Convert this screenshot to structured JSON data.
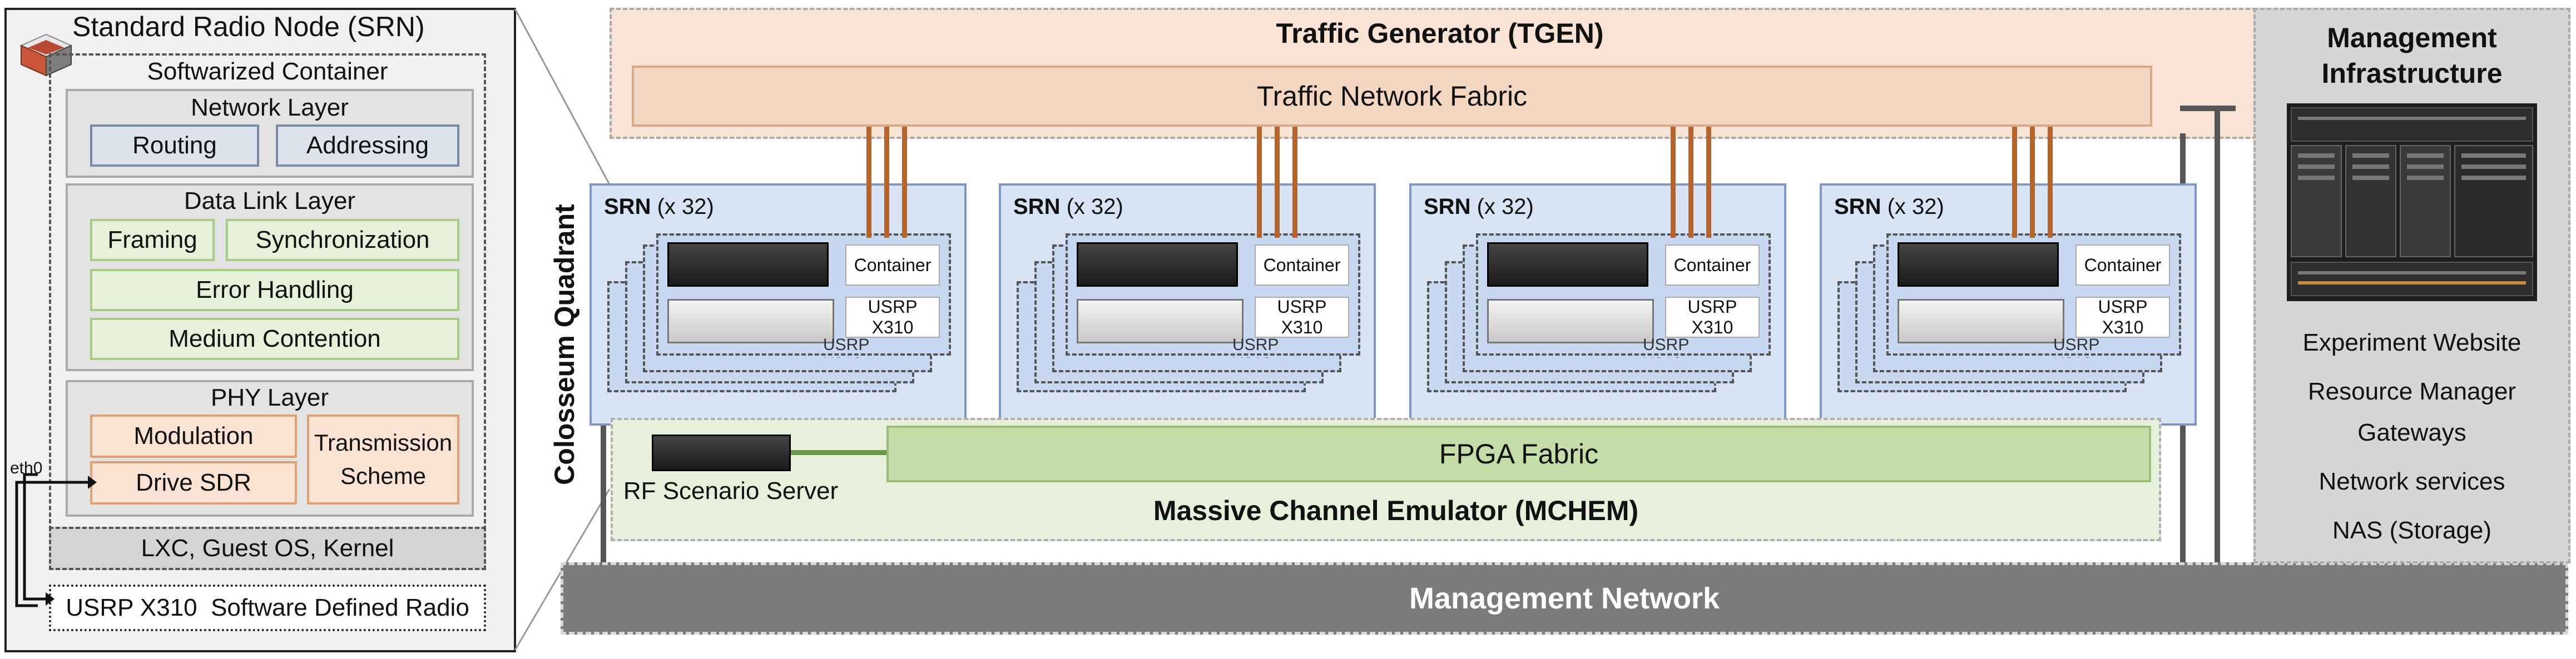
{
  "srn_panel": {
    "title": "Standard Radio Node (SRN)",
    "container_title": "Softwarized Container",
    "network_layer": {
      "title": "Network Layer",
      "items": [
        "Routing",
        "Addressing"
      ]
    },
    "data_link_layer": {
      "title": "Data Link Layer",
      "items": [
        "Framing",
        "Synchronization",
        "Error Handling",
        "Medium Contention"
      ]
    },
    "phy_layer": {
      "title": "PHY Layer",
      "items": [
        "Modulation",
        "Drive SDR",
        "Transmission Scheme"
      ]
    },
    "os_bar": "LXC, Guest OS, Kernel",
    "eth_label": "eth0",
    "radio_label": "USRP X310  Software Defined Radio"
  },
  "quadrant": {
    "vertical_label": "Colosseum Quadrant",
    "tgen_title": "Traffic Generator (TGEN)",
    "traffic_fabric": "Traffic Network Fabric",
    "srn_groups": [
      {
        "title_bold": "SRN",
        "title_rest": " (x 32)",
        "container": "Container",
        "usrp": "USRP X310",
        "usrp_shadow": "USRP X310"
      },
      {
        "title_bold": "SRN",
        "title_rest": " (x 32)",
        "container": "Container",
        "usrp": "USRP X310",
        "usrp_shadow": "USRP X310"
      },
      {
        "title_bold": "SRN",
        "title_rest": " (x 32)",
        "container": "Container",
        "usrp": "USRP X310",
        "usrp_shadow": "USRP X310"
      },
      {
        "title_bold": "SRN",
        "title_rest": " (x 32)",
        "container": "Container",
        "usrp": "USRP X310",
        "usrp_shadow": "USRP X310"
      }
    ],
    "fpga_fabric": "FPGA Fabric",
    "rf_server": "RF Scenario Server",
    "mchem": "Massive Channel Emulator (MCHEM)",
    "management_network": "Management Network"
  },
  "management": {
    "title_line1": "Management",
    "title_line2": "Infrastructure",
    "items": [
      "Experiment Website",
      "Resource Manager",
      "Gateways",
      "Network services",
      "NAS (Storage)"
    ]
  }
}
